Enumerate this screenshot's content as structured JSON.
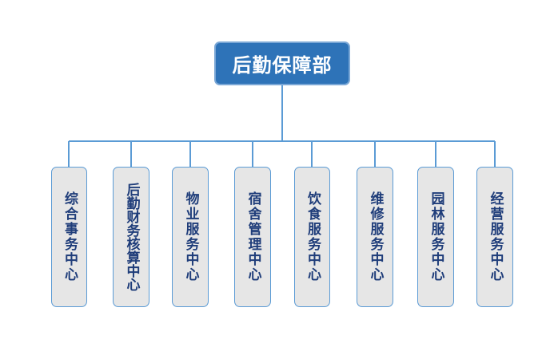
{
  "root": {
    "label": "后勤保障部"
  },
  "departments": [
    {
      "label": "综合事务中心"
    },
    {
      "label": "后勤财务核算中心"
    },
    {
      "label": "物业服务中心"
    },
    {
      "label": "宿舍管理中心"
    },
    {
      "label": "饮食服务中心"
    },
    {
      "label": "维修服务中心"
    },
    {
      "label": "园林服务中心"
    },
    {
      "label": "经营服务中心"
    }
  ],
  "colors": {
    "root_fill": "#2e73b8",
    "box_fill": "#e6e6e6",
    "line": "#5b9bd5",
    "text": "#1f3d7a"
  }
}
